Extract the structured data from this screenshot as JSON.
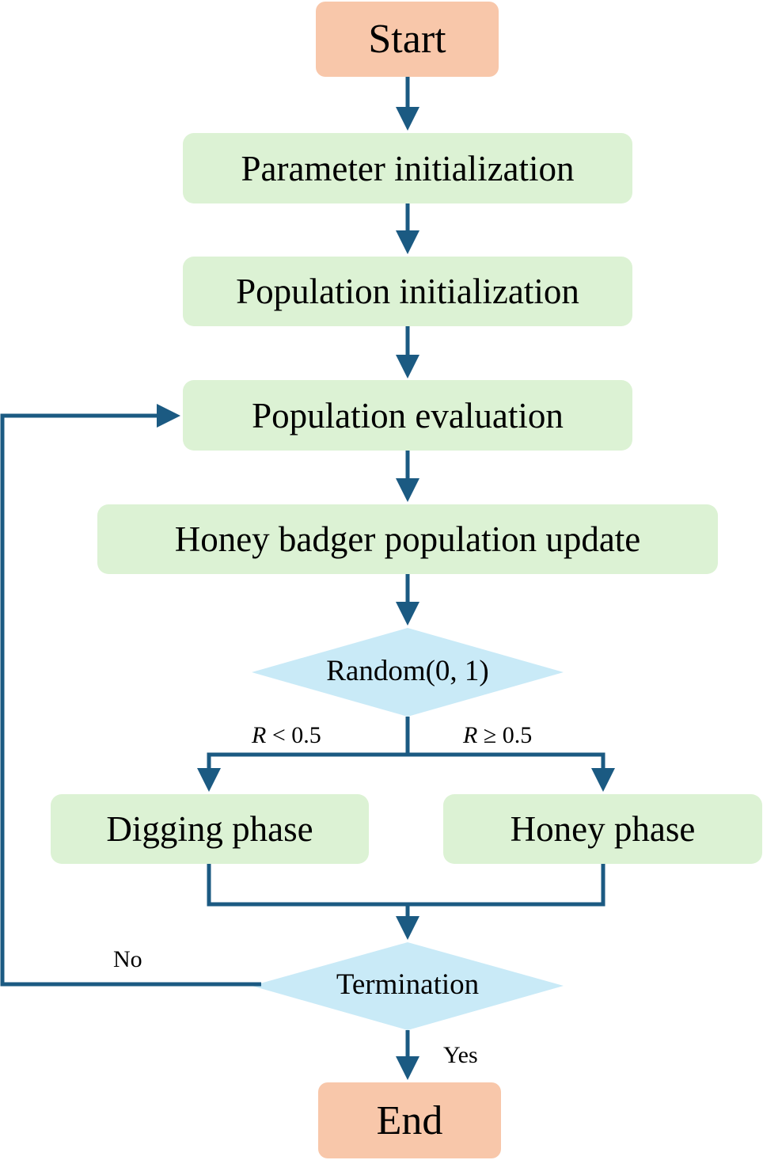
{
  "nodes": {
    "start": "Start",
    "param_init": "Parameter initialization",
    "pop_init": "Population initialization",
    "pop_eval": "Population evaluation",
    "hb_update": "Honey badger population update",
    "random_decision": "Random(0, 1)",
    "digging": "Digging phase",
    "honey": "Honey phase",
    "termination": "Termination",
    "end": "End"
  },
  "edge_labels": {
    "r_less_var": "R",
    "r_less_rest": " < 0.5",
    "r_geq_var": "R",
    "r_geq_rest": " ≥ 0.5",
    "no": "No",
    "yes": "Yes"
  },
  "colors": {
    "terminal_fill": "#f8c7aa",
    "process_fill": "#dcf2d4",
    "decision_fill": "#c9eaf7",
    "connector": "#1b5a82"
  }
}
